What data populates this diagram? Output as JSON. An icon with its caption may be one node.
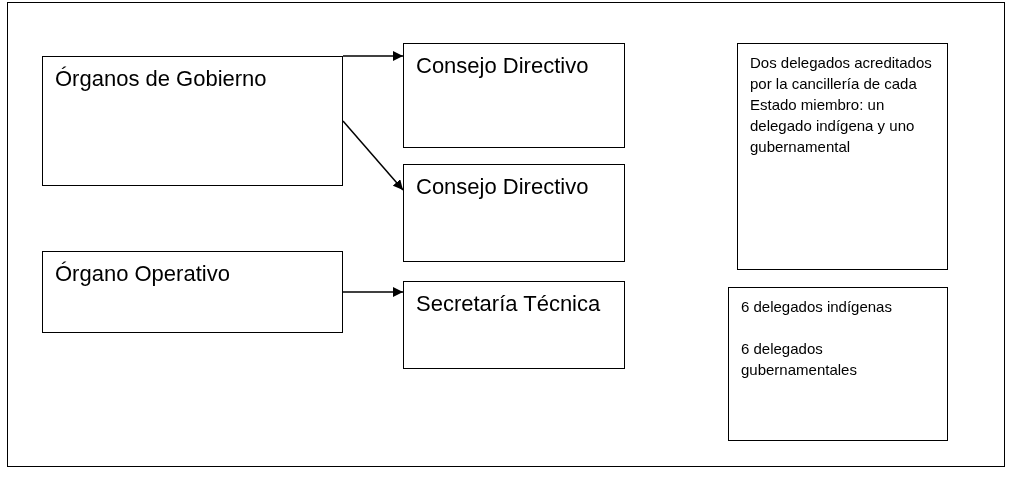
{
  "diagram": {
    "nodes": [
      {
        "text": [
          "Órganos de Gobierno"
        ]
      },
      {
        "text": [
          "Consejo Directivo"
        ]
      },
      {
        "text": [
          "Consejo Directivo"
        ]
      },
      {
        "text": [
          "Dos delegados acreditados por la cancillería de cada Estado miembro: un delegado indígena y uno gubernamental"
        ]
      },
      {
        "text": [
          "Órgano Operativo"
        ]
      },
      {
        "text": [
          "Secretaría Técnica"
        ]
      },
      {
        "text": [
          "6 delegados indígenas",
          "6 delegados gubernamentales"
        ]
      }
    ],
    "edges": [
      {
        "from": 0,
        "to": 1,
        "arrow": "to"
      },
      {
        "from": 0,
        "to": 2,
        "arrow": "to"
      },
      {
        "from": 4,
        "to": 5,
        "arrow": "to"
      }
    ]
  }
}
